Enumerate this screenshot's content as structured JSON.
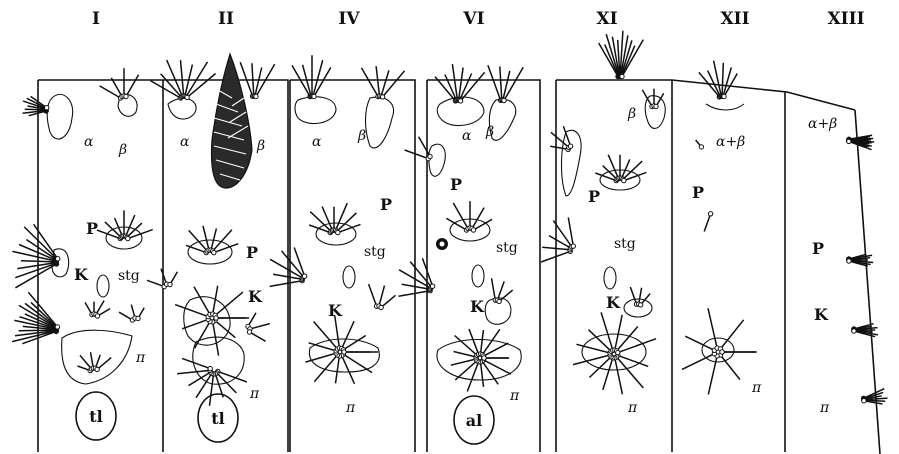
{
  "segments": [
    {
      "roman": "I",
      "labels": {
        "alpha": "α",
        "beta": "β",
        "P": "P",
        "K": "K",
        "stg": "stg",
        "pi": "π",
        "gland": "tl"
      }
    },
    {
      "roman": "II",
      "labels": {
        "alpha": "α",
        "beta": "β",
        "P": "P",
        "K": "K",
        "pi": "π",
        "gland": "tl"
      }
    },
    {
      "roman": "IV",
      "labels": {
        "alpha": "α",
        "beta": "β",
        "P": "P",
        "K": "K",
        "stg": "stg",
        "pi": "π"
      }
    },
    {
      "roman": "VI",
      "labels": {
        "alpha": "α",
        "beta": "β",
        "P": "P",
        "K": "K",
        "stg": "stg",
        "pi": "π",
        "gland": "al"
      }
    },
    {
      "roman": "XI",
      "labels": {
        "beta": "β",
        "P": "P",
        "K": "K",
        "stg": "stg",
        "pi": "π"
      }
    },
    {
      "roman": "XII",
      "labels": {
        "alphabeta": "α+β",
        "P": "P",
        "pi": "π"
      }
    },
    {
      "roman": "XIII",
      "labels": {
        "alphabeta": "α+β",
        "P": "P",
        "K": "K",
        "pi": "π"
      }
    }
  ],
  "colors": {
    "ink": "#111111",
    "paper": "#ffffff",
    "hatch": "#333333"
  }
}
